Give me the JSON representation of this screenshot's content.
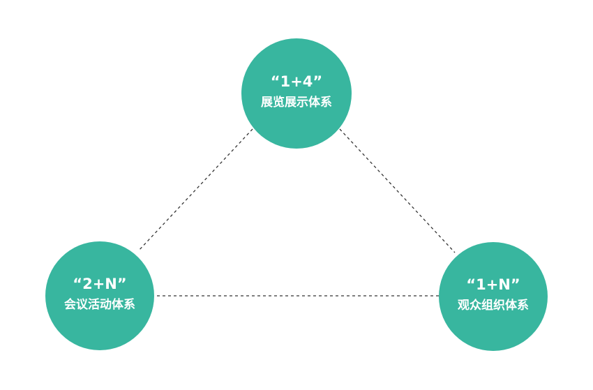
{
  "colors": {
    "node_fill": "#38b69f",
    "connector": "#333333",
    "text": "#ffffff",
    "background": "#ffffff"
  },
  "nodes": {
    "top": {
      "title": "“1+4”",
      "subtitle": "展览展示体系"
    },
    "left": {
      "title": "“2+N”",
      "subtitle": "会议活动体系"
    },
    "right": {
      "title": "“1+N”",
      "subtitle": "观众组织体系"
    }
  }
}
